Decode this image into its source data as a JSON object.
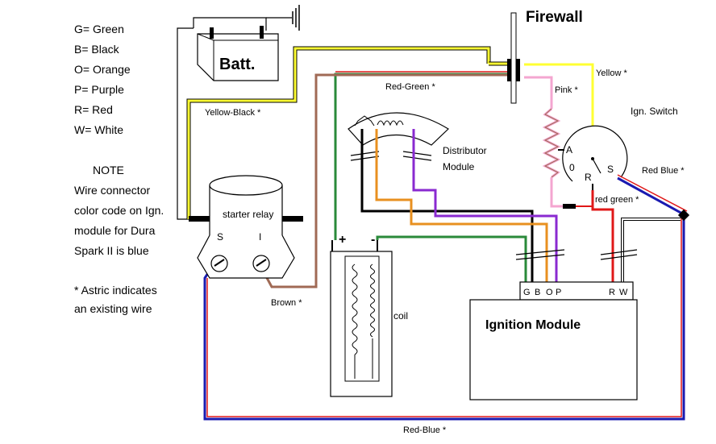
{
  "legend": {
    "items": [
      "G= Green",
      "B= Black",
      "O= Orange",
      "P= Purple",
      "R= Red",
      "W= White"
    ],
    "note_title": "NOTE",
    "note_lines": [
      "Wire connector",
      "color code on Ign.",
      "module for Dura",
      "Spark II is blue"
    ],
    "astric_lines": [
      "* Astric indicates",
      "an existing wire"
    ]
  },
  "components": {
    "battery": "Batt.",
    "firewall": "Firewall",
    "starter_relay": "starter relay",
    "relay_s": "S",
    "relay_i": "I",
    "distributor": [
      "Distributor",
      "Module"
    ],
    "coil": "coil",
    "coil_plus": "+",
    "coil_minus": "-",
    "ign_switch": "Ign. Switch",
    "switch_a": "A",
    "switch_o": "0",
    "switch_r": "R",
    "switch_s": "S",
    "ign_module": "Ignition Module",
    "module_pins": [
      "G",
      "B",
      "O",
      "P",
      "R",
      "W"
    ]
  },
  "wires": {
    "yellow_black": "Yellow-Black *",
    "red_green": "Red-Green *",
    "yellow": "Yellow *",
    "pink": "Pink *",
    "red_blue_top": "Red Blue *",
    "red_green_lower": "red green *",
    "brown": "Brown *",
    "red_blue_bottom": "Red-Blue *"
  },
  "colors": {
    "yellow": "#ffff33",
    "green": "#2a8a3a",
    "brown": "#a06a55",
    "red": "#e01818",
    "blue": "#1a1ab0",
    "pink": "#f4a6d0",
    "orange": "#e89020",
    "purple": "#8a2ad0"
  }
}
